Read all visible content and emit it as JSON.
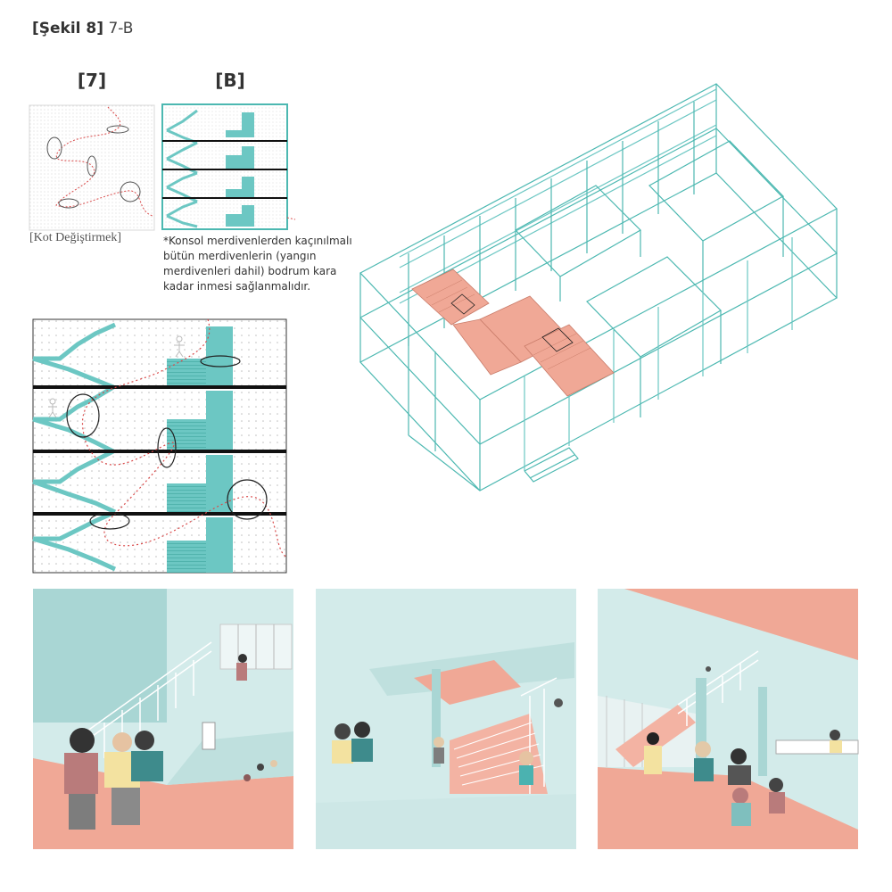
{
  "figure": {
    "label_bold": "[Şekil 8]",
    "label_rest": "7-B"
  },
  "diagram_7": {
    "header": "[7]",
    "caption": "[Kot Değiştirmek]"
  },
  "diagram_B": {
    "header": "[B]",
    "note": "*Konsol merdivenlerden kaçınılmalı bütün merdivenlerin (yangın merdivenleri dahil) bodrum kara kadar inmesi sağlanmalıdır."
  },
  "colors": {
    "teal": "#6cc7c3",
    "teal_dark": "#3fa59f",
    "salmon": "#f0a896",
    "mint_bg": "#d3ebea",
    "dot_grid": "#cfcfcf",
    "path_red": "#d94a4a"
  },
  "illustrations": [
    {
      "name": "stair-hall-with-running-children"
    },
    {
      "name": "central-staircase-view"
    },
    {
      "name": "atrium-with-playing-children"
    }
  ]
}
